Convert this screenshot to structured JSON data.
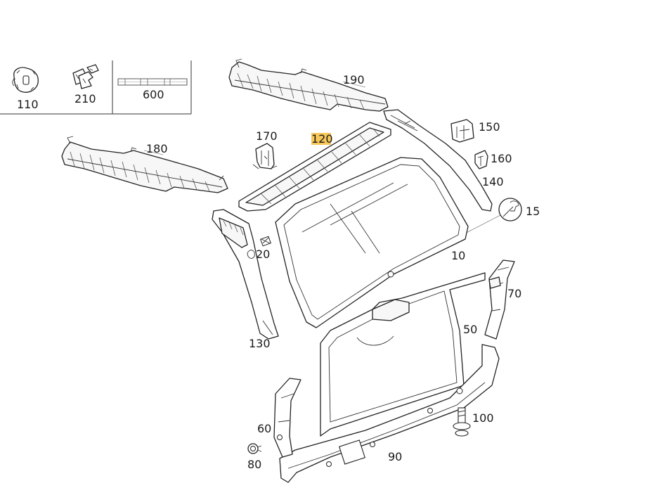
{
  "legend": {
    "items": [
      {
        "num": "110",
        "icon": "clip-icon"
      },
      {
        "num": "210",
        "icon": "clip-cluster-icon"
      },
      {
        "num": "600",
        "icon": "label-table-icon"
      }
    ]
  },
  "callouts": {
    "c190": "190",
    "c180": "180",
    "c170": "170",
    "c120": "120",
    "c150": "150",
    "c160": "160",
    "c140": "140",
    "c15": "15",
    "c20": "20",
    "c10": "10",
    "c70": "70",
    "c50": "50",
    "c130": "130",
    "c100": "100",
    "c60": "60",
    "c80": "80",
    "c90": "90"
  },
  "highlight": {
    "color": "#f7c75a",
    "target": "120"
  },
  "colors": {
    "line": "#222222",
    "background": "#ffffff"
  }
}
